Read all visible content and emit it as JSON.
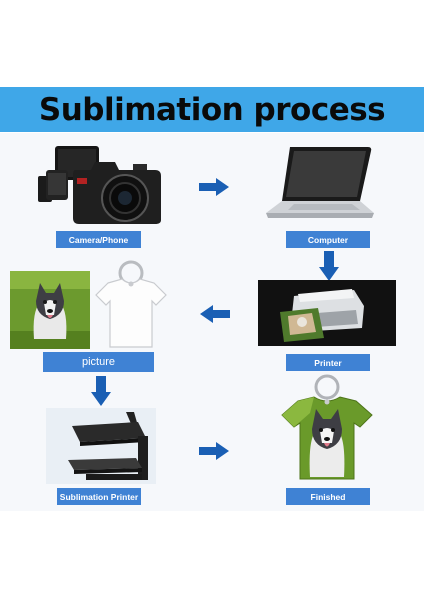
{
  "title": "Sublimation process",
  "colors": {
    "banner": "#3fa7e8",
    "label_bg": "#3f82d4",
    "arrow": "#1a5fb4"
  },
  "steps": [
    {
      "label": "Camera/Phone",
      "icon": "camera-phone-icon"
    },
    {
      "label": "Computer",
      "icon": "laptop-icon"
    },
    {
      "label": "Printer",
      "icon": "printer-icon"
    },
    {
      "label": "picture",
      "icon": "dog-photo-icon"
    },
    {
      "label": "Sublimation Printer",
      "icon": "heat-press-icon"
    },
    {
      "label": "Finished",
      "icon": "finished-keychain-icon"
    }
  ]
}
